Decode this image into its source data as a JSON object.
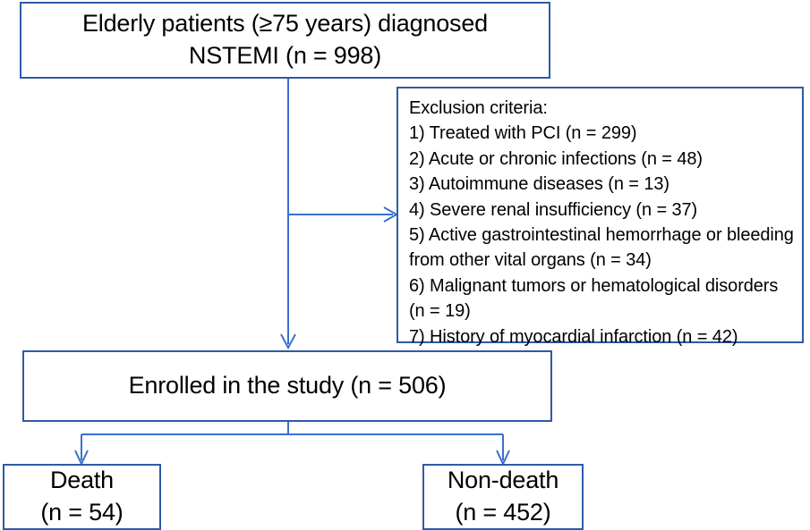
{
  "figure": {
    "type": "flowchart",
    "title": "Patient enrollment flow diagram",
    "colors": {
      "box_border": "#2E5AA8",
      "connector": "#3A6FD0",
      "background": "#FFFFFF",
      "text": "#000000"
    }
  },
  "nodes": {
    "source": {
      "line1": "Elderly patients (≥75 years) diagnosed",
      "line2": "NSTEMI (n = 998)",
      "text": "Elderly patients (≥75 years) diagnosed\nNSTEMI (n = 998)",
      "n": 998
    },
    "exclusion": {
      "heading": "Exclusion criteria:",
      "items": [
        {
          "label": "1) Treated with PCI (n = 299)",
          "n": 299
        },
        {
          "label": "2) Acute or chronic infections (n = 48)",
          "n": 48
        },
        {
          "label": "3) Autoimmune diseases (n = 13)",
          "n": 13
        },
        {
          "label": "4) Severe renal insufficiency (n = 37)",
          "n": 37
        },
        {
          "label": "5) Active gastrointestinal hemorrhage or bleeding from other vital organs (n = 34)",
          "n": 34
        },
        {
          "label": "6) Malignant tumors or hematological disorders (n = 19)",
          "n": 19
        },
        {
          "label": "7) History of myocardial infarction (n = 42)",
          "n": 42
        }
      ]
    },
    "enrolled": {
      "text": "Enrolled in the study (n = 506)",
      "n": 506
    },
    "death": {
      "line1": "Death",
      "line2": "(n = 54)",
      "text": "Death\n(n = 54)",
      "n": 54
    },
    "nondeath": {
      "line1": "Non-death",
      "line2": "(n = 452)",
      "text": "Non-death\n(n = 452)",
      "n": 452
    }
  },
  "edges": [
    {
      "from": "source",
      "to": "enrolled",
      "arrow": true
    },
    {
      "from": "source",
      "to": "exclusion",
      "arrow": true
    },
    {
      "from": "enrolled",
      "to": "death",
      "arrow": true
    },
    {
      "from": "enrolled",
      "to": "nondeath",
      "arrow": true
    }
  ]
}
